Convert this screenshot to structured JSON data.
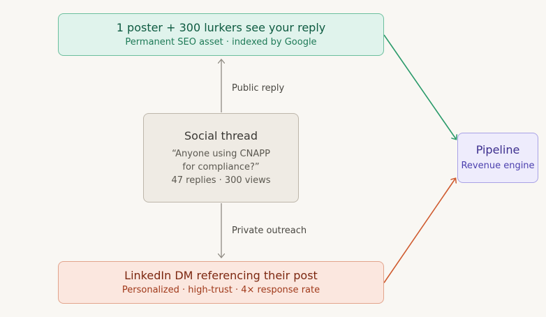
{
  "nodes": {
    "top": {
      "title": "1 poster + 300 lurkers see your reply",
      "subtitle": "Permanent SEO asset · indexed by Google"
    },
    "center": {
      "title": "Social thread",
      "quote_line1": "“Anyone using CNAPP",
      "quote_line2": "for compliance?”",
      "stats": "47 replies · 300 views"
    },
    "bottom": {
      "title": "LinkedIn DM referencing their post",
      "subtitle": "Personalized · high-trust · 4× response rate"
    },
    "right": {
      "title": "Pipeline",
      "subtitle": "Revenue engine"
    }
  },
  "edges": {
    "public_label": "Public reply",
    "private_label": "Private outreach"
  },
  "colors": {
    "green_arrow": "#2a9a6a",
    "orange_arrow": "#cf5a2e",
    "gray_arrow": "#8f8b83"
  }
}
